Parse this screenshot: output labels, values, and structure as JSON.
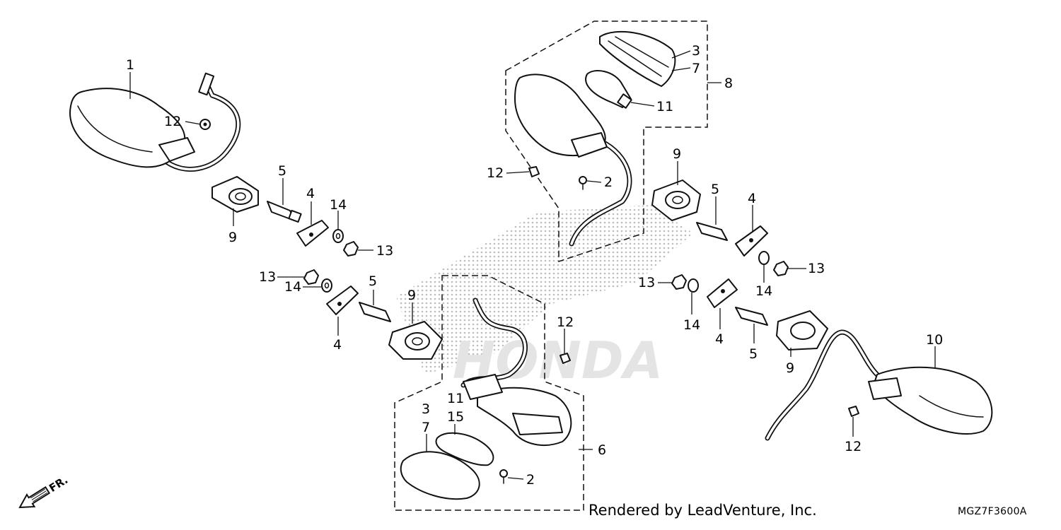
{
  "callouts": {
    "n1": "1",
    "n2": "2",
    "n3": "3",
    "n4": "4",
    "n5": "5",
    "n6": "6",
    "n7": "7",
    "n8": "8",
    "n9": "9",
    "n10": "10",
    "n11": "11",
    "n12": "12",
    "n13": "13",
    "n14": "14",
    "n15": "15"
  },
  "front_arrow_label": "FR.",
  "credit": "Rendered by LeadVenture, Inc.",
  "diagram_code": "MGZ7F3600A",
  "colors": {
    "ink": "#111111",
    "paper": "#ffffff",
    "watermark": "#c8c8c8"
  },
  "icons": [
    "front-direction-arrow-icon",
    "bulb-icon",
    "bolt-icon",
    "nut-icon",
    "washer-icon"
  ]
}
